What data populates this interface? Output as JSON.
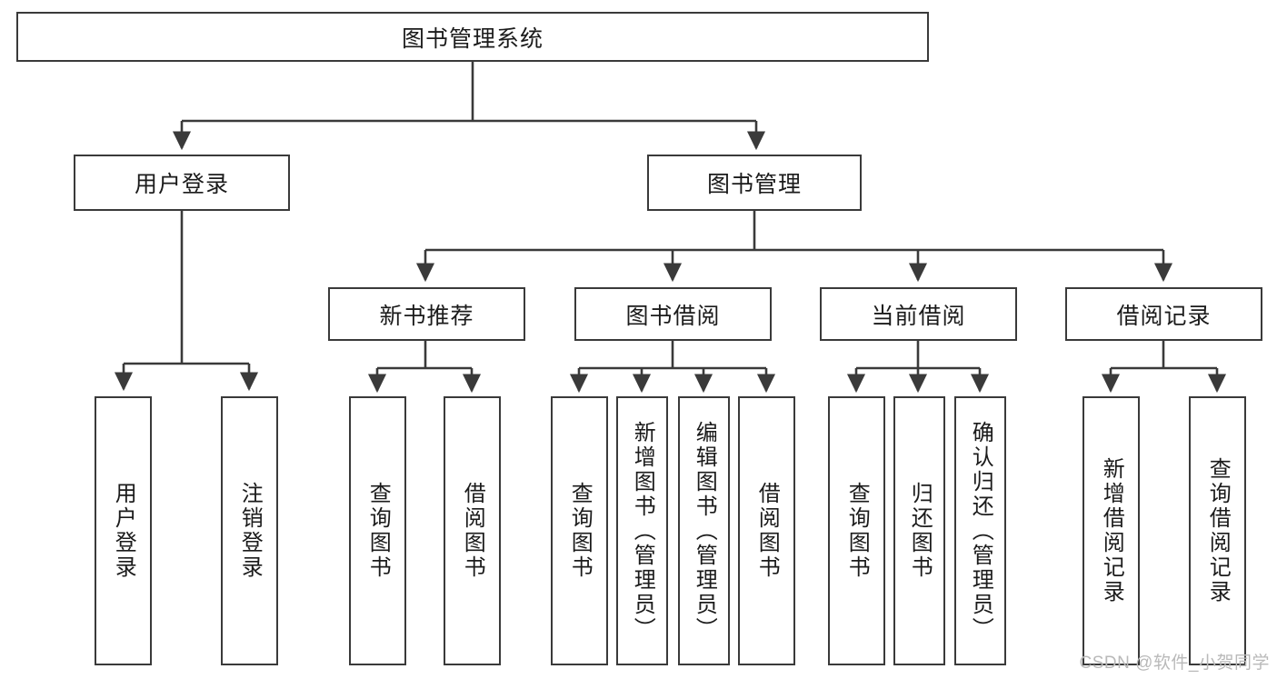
{
  "diagram": {
    "title": "图书管理系统",
    "type": "tree",
    "watermark": "CSDN @软件_小贺同学",
    "colors": {
      "box_border": "#3a3a3a",
      "box_fill": "#ffffff",
      "edge": "#3a3a3a",
      "text": "#1b1b1b",
      "watermark": "#b9b9b9"
    },
    "nodes": {
      "root": {
        "label": "图书管理系统",
        "level": 1,
        "orientation": "horizontal"
      },
      "l2": [
        {
          "id": "user-login",
          "label": "用户登录",
          "level": 2,
          "orientation": "horizontal"
        },
        {
          "id": "book-manage",
          "label": "图书管理",
          "level": 2,
          "orientation": "horizontal"
        }
      ],
      "l3": [
        {
          "id": "new-book-rec",
          "label": "新书推荐",
          "level": 3,
          "orientation": "horizontal",
          "parent": "book-manage"
        },
        {
          "id": "book-borrow",
          "label": "图书借阅",
          "level": 3,
          "orientation": "horizontal",
          "parent": "book-manage"
        },
        {
          "id": "current-borrow",
          "label": "当前借阅",
          "level": 3,
          "orientation": "horizontal",
          "parent": "book-manage"
        },
        {
          "id": "borrow-record",
          "label": "借阅记录",
          "level": 3,
          "orientation": "horizontal",
          "parent": "book-manage"
        }
      ],
      "leaves": [
        {
          "id": "leaf-user-login",
          "label": "用户登录",
          "parent": "user-login",
          "orientation": "vertical"
        },
        {
          "id": "leaf-user-logout",
          "label": "注销登录",
          "parent": "user-login",
          "orientation": "vertical"
        },
        {
          "id": "leaf-query-book-1",
          "label": "查询图书",
          "parent": "new-book-rec",
          "orientation": "vertical"
        },
        {
          "id": "leaf-borrow-book-1",
          "label": "借阅图书",
          "parent": "new-book-rec",
          "orientation": "vertical"
        },
        {
          "id": "leaf-query-book-2",
          "label": "查询图书",
          "parent": "book-borrow",
          "orientation": "vertical"
        },
        {
          "id": "leaf-add-book",
          "label": "新增图书（管理员）",
          "parent": "book-borrow",
          "orientation": "vertical"
        },
        {
          "id": "leaf-edit-book",
          "label": "编辑图书（管理员）",
          "parent": "book-borrow",
          "orientation": "vertical"
        },
        {
          "id": "leaf-borrow-book-2",
          "label": "借阅图书",
          "parent": "book-borrow",
          "orientation": "vertical"
        },
        {
          "id": "leaf-query-book-3",
          "label": "查询图书",
          "parent": "current-borrow",
          "orientation": "vertical"
        },
        {
          "id": "leaf-return-book",
          "label": "归还图书",
          "parent": "current-borrow",
          "orientation": "vertical"
        },
        {
          "id": "leaf-confirm-return",
          "label": "确认归还（管理员）",
          "parent": "current-borrow",
          "orientation": "vertical"
        },
        {
          "id": "leaf-add-record",
          "label": "新增借阅记录",
          "parent": "borrow-record",
          "orientation": "vertical"
        },
        {
          "id": "leaf-query-record",
          "label": "查询借阅记录",
          "parent": "borrow-record",
          "orientation": "vertical"
        }
      ]
    }
  }
}
